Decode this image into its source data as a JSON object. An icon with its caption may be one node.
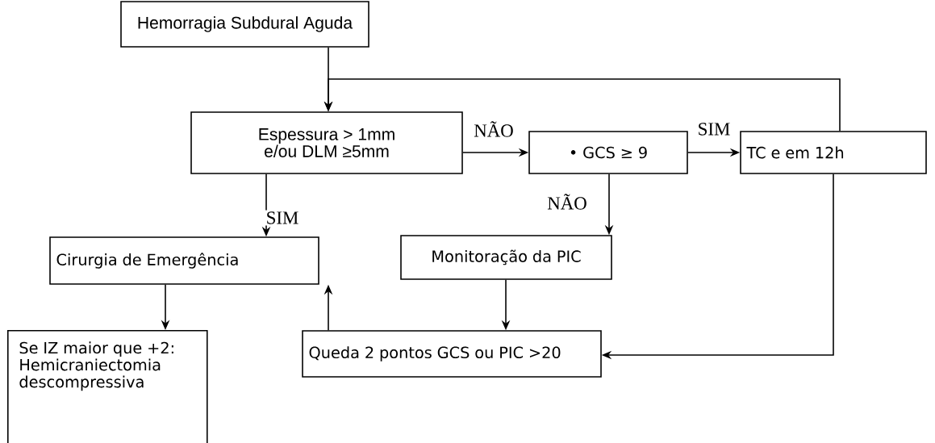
{
  "diagram": {
    "nodes": [
      {
        "text": [
          "Hemorragia Subdural Aguda"
        ]
      },
      {
        "text": [
          "Espessura > 1mm e/ou DLM ≥5mm"
        ]
      },
      {
        "text": [
          "• GCS ≥ 9"
        ]
      },
      {
        "text": [
          "TC e em 12h"
        ]
      },
      {
        "text": [
          "Cirurgia de Emergência"
        ]
      },
      {
        "text": [
          "Monitoração da PIC"
        ]
      },
      {
        "text": [
          "Se IZ maior que +2: Hemicraniectomia descompressiva"
        ]
      },
      {
        "text": [
          "Queda 2 pontos GCS ou PIC >20"
        ]
      }
    ],
    "edges": [
      {
        "from": 0,
        "to": 1,
        "arrow": "to"
      },
      {
        "from": 3,
        "to": 1,
        "arrow": "to"
      },
      {
        "from": 1,
        "to": 2,
        "arrow": "to",
        "label": "NÃO"
      },
      {
        "from": 2,
        "to": 3,
        "arrow": "to",
        "label": "SIM"
      },
      {
        "from": 1,
        "to": 4,
        "arrow": "to",
        "label": "SIM"
      },
      {
        "from": 2,
        "to": 5,
        "arrow": "to",
        "label": "NÃO"
      },
      {
        "from": 4,
        "to": 6,
        "arrow": "to"
      },
      {
        "from": 5,
        "to": 7,
        "arrow": "to"
      },
      {
        "from": 7,
        "to": 4,
        "arrow": "to"
      },
      {
        "from": 3,
        "to": 7,
        "arrow": "to"
      }
    ]
  }
}
